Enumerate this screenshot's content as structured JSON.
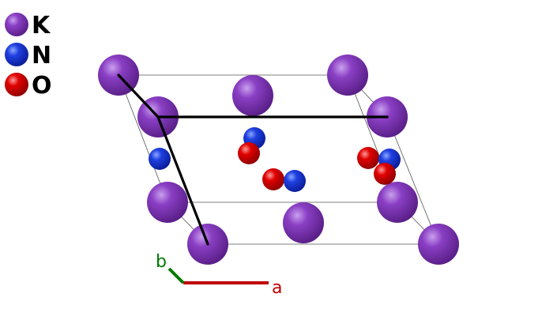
{
  "legend": [
    {
      "symbol": "K",
      "color": "#8a3fc4"
    },
    {
      "symbol": "N",
      "color": "#1f3fe0"
    },
    {
      "symbol": "O",
      "color": "#e00000"
    }
  ],
  "axes": {
    "a": {
      "label": "a",
      "color": "#c00000"
    },
    "b": {
      "label": "b",
      "color": "#007a00"
    }
  },
  "atoms": [
    {
      "element": "K"
    },
    {
      "element": "K"
    },
    {
      "element": "K"
    },
    {
      "element": "K"
    },
    {
      "element": "K"
    },
    {
      "element": "K"
    },
    {
      "element": "K"
    },
    {
      "element": "K"
    },
    {
      "element": "K"
    },
    {
      "element": "K"
    },
    {
      "element": "N"
    },
    {
      "element": "O"
    },
    {
      "element": "N"
    },
    {
      "element": "O"
    },
    {
      "element": "N"
    },
    {
      "element": "O"
    },
    {
      "element": "N"
    },
    {
      "element": "O"
    }
  ]
}
